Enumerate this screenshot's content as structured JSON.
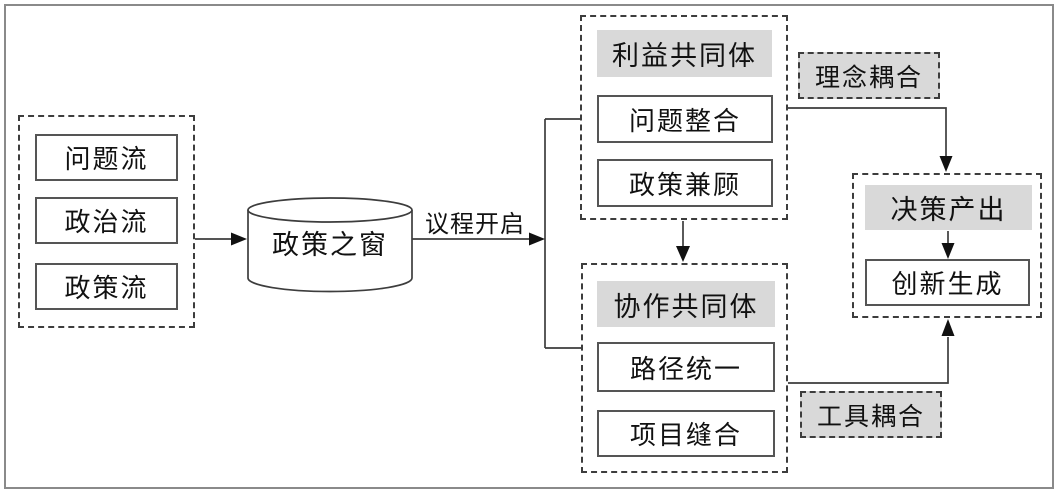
{
  "diagram": {
    "streams": {
      "items": [
        "问题流",
        "政治流",
        "政策流"
      ]
    },
    "policy_window": "政策之窗",
    "agenda_label": "议程开启",
    "interest": {
      "title": "利益共同体",
      "items": [
        "问题整合",
        "政策兼顾"
      ]
    },
    "collaboration": {
      "title": "协作共同体",
      "items": [
        "路径统一",
        "项目缝合"
      ]
    },
    "decision": {
      "title": "决策产出",
      "items": [
        "创新生成"
      ]
    },
    "concept_coupling": "理念耦合",
    "tool_coupling": "工具耦合",
    "colors": {
      "header_fill": "#d9d9d9",
      "line": "#3d3d3d",
      "frame_border": "#8a8a8a"
    }
  }
}
